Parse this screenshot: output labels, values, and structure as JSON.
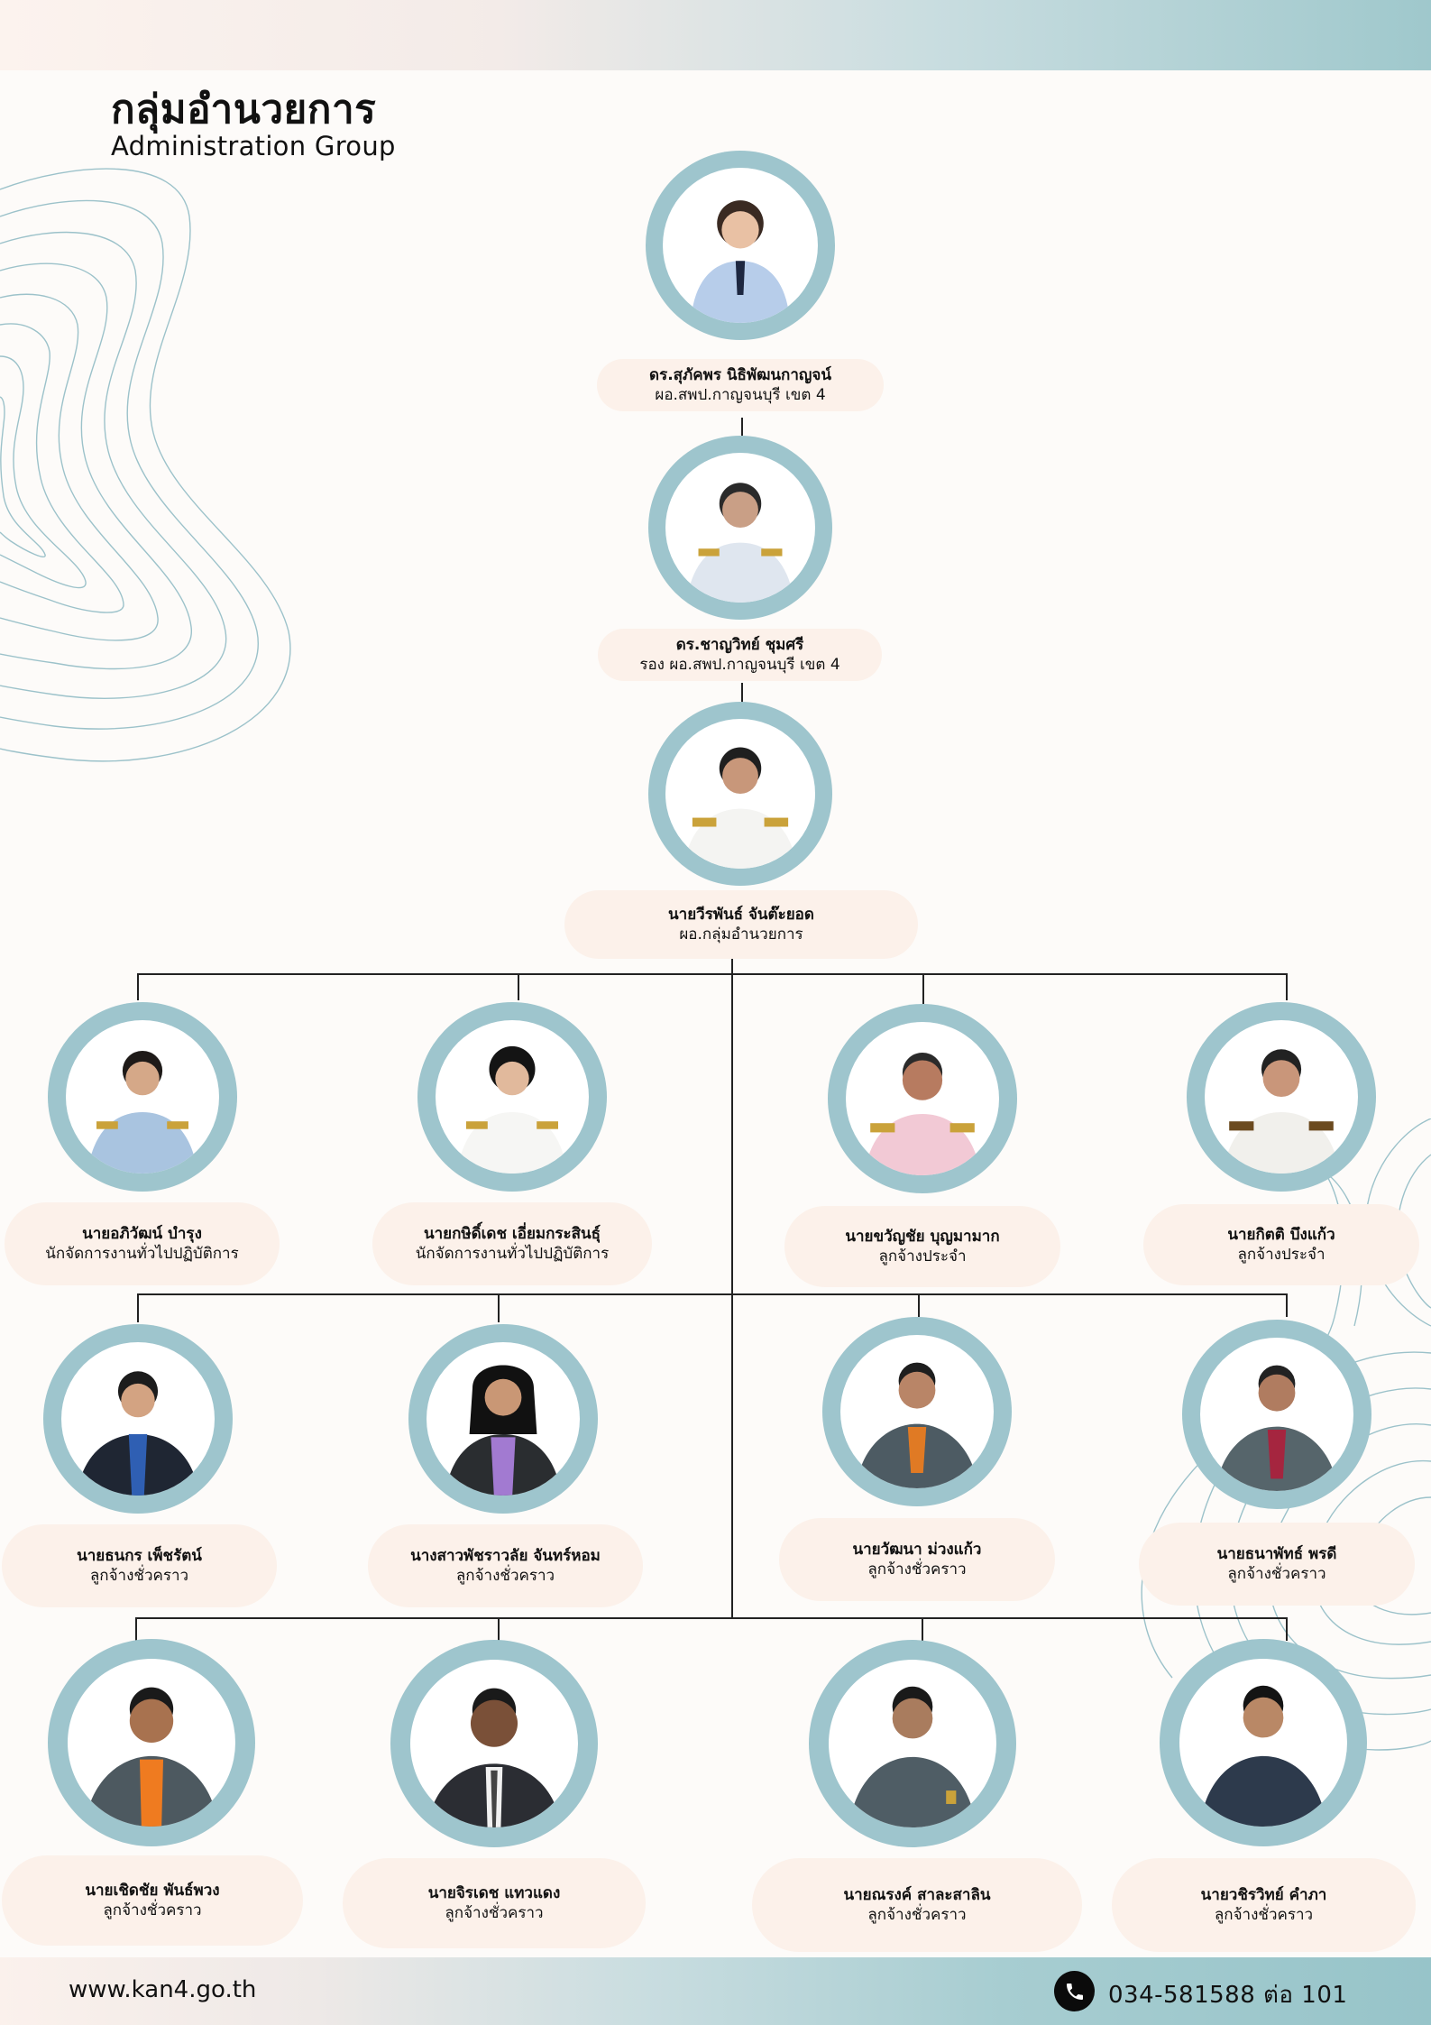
{
  "header": {
    "title_th": "กลุ่มอำนวยการ",
    "title_en": "Administration Group"
  },
  "colors": {
    "ring": "#9ec5cd",
    "label_bg": "#fcf1ea",
    "line": "#222222",
    "band_teal": "#97c4c9",
    "band_peach": "#fcf3ee"
  },
  "people": [
    {
      "name": "ดร.สุภัคพร นิธิพัฒนกาญจน์",
      "role": "ผอ.สพป.กาญจนบุรี เขต 4",
      "attire": "light-blue uniform"
    },
    {
      "name": "ดร.ชาญวิทย์  ชุมศรี",
      "role": "รอง ผอ.สพป.กาญจนบุรี เขต 4",
      "attire": "white uniform"
    },
    {
      "name": "นายวีรพันธ์ จันต๊ะยอด",
      "role": "ผอ.กลุ่มอำนวยการ",
      "attire": "white uniform"
    },
    {
      "name": "นายอภิวัฒน์ บำรุง",
      "role": "นักจัดการงานทั่วไปปฏิบัติการ",
      "attire": "light-blue uniform"
    },
    {
      "name": "นายกษิดิ์เดช เอี่ยมกระสินธุ์",
      "role": "นักจัดการงานทั่วไปปฏิบัติการ",
      "attire": "white uniform"
    },
    {
      "name": "นายขวัญชัย บุญมามาก",
      "role": "ลูกจ้างประจำ",
      "attire": "pink uniform"
    },
    {
      "name": "นายกิตติ บึงแก้ว",
      "role": "ลูกจ้างประจำ",
      "attire": "white uniform"
    },
    {
      "name": "นายธนกร เพ็ชรัตน์",
      "role": "ลูกจ้างชั่วคราว",
      "attire": "dark suit blue shirt"
    },
    {
      "name": "นางสาวพัชราวลัย จันทร์หอม",
      "role": "ลูกจ้างชั่วคราว",
      "attire": "dark suit purple shirt"
    },
    {
      "name": "นายวัฒนา ม่วงแก้ว",
      "role": "ลูกจ้างชั่วคราว",
      "attire": "grey jacket orange shirt"
    },
    {
      "name": "นายธนาพัทธ์ พรดี",
      "role": "ลูกจ้างชั่วคราว",
      "attire": "grey jacket red shirt"
    },
    {
      "name": "นายเชิดชัย พันธ์พวง",
      "role": "ลูกจ้างชั่วคราว",
      "attire": "grey jacket orange shirt"
    },
    {
      "name": "นายจิรเดช  แทวแดง",
      "role": "ลูกจ้างชั่วคราว",
      "attire": "dark suit white shirt"
    },
    {
      "name": "นายณรงค์ สาละสาลิน",
      "role": "ลูกจ้างชั่วคราว",
      "attire": "grey jacket"
    },
    {
      "name": "นายวชิรวิทย์  คำภา",
      "role": "ลูกจ้างชั่วคราว",
      "attire": "dark navy shirt"
    }
  ],
  "footer": {
    "website": "www.kan4.go.th",
    "phone_icon": "phone-icon",
    "phone": "034-581588  ต่อ 101"
  }
}
